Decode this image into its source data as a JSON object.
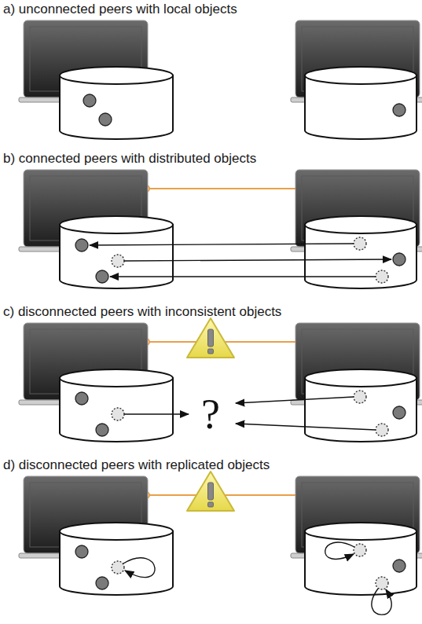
{
  "diagram": {
    "labels": [
      "a) unconnected peers with local objects",
      "b) connected peers with distributed objects",
      "c) disconnected peers with inconsistent objects",
      "?",
      "d) disconnected peers with replicated objects"
    ]
  }
}
